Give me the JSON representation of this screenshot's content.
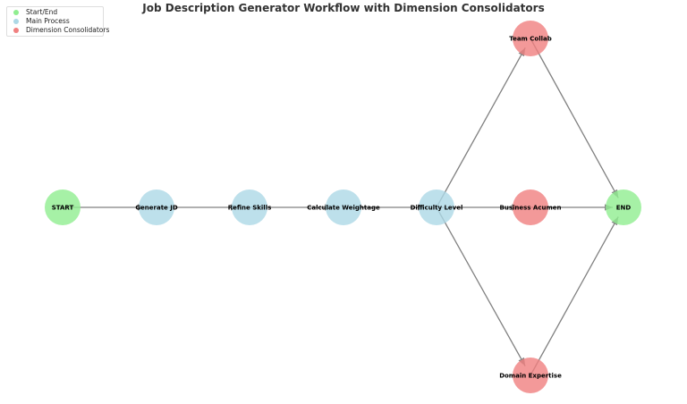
{
  "title": "Job Description Generator Workflow with Dimension Consolidators",
  "legend": [
    {
      "label": "Start/End",
      "color": "#90ee90"
    },
    {
      "label": "Main Process",
      "color": "#add8e6"
    },
    {
      "label": "Dimension Consolidators",
      "color": "#f08080"
    }
  ],
  "nodes": [
    {
      "id": "start",
      "label": "START",
      "type": "Start/End"
    },
    {
      "id": "gen",
      "label": "Generate JD",
      "type": "Main Process"
    },
    {
      "id": "refine",
      "label": "Refine Skills",
      "type": "Main Process"
    },
    {
      "id": "calc",
      "label": "Calculate Weightage",
      "type": "Main Process"
    },
    {
      "id": "diff",
      "label": "Difficulty Level",
      "type": "Main Process"
    },
    {
      "id": "team",
      "label": "Team Collab",
      "type": "Dimension Consolidators"
    },
    {
      "id": "biz",
      "label": "Business Acumen",
      "type": "Dimension Consolidators"
    },
    {
      "id": "domain",
      "label": "Domain Expertise",
      "type": "Dimension Consolidators"
    },
    {
      "id": "end",
      "label": "END",
      "type": "Start/End"
    }
  ],
  "edges": [
    [
      "start",
      "gen"
    ],
    [
      "gen",
      "refine"
    ],
    [
      "refine",
      "calc"
    ],
    [
      "calc",
      "diff"
    ],
    [
      "diff",
      "team"
    ],
    [
      "diff",
      "biz"
    ],
    [
      "diff",
      "domain"
    ],
    [
      "team",
      "end"
    ],
    [
      "biz",
      "end"
    ],
    [
      "domain",
      "end"
    ]
  ]
}
